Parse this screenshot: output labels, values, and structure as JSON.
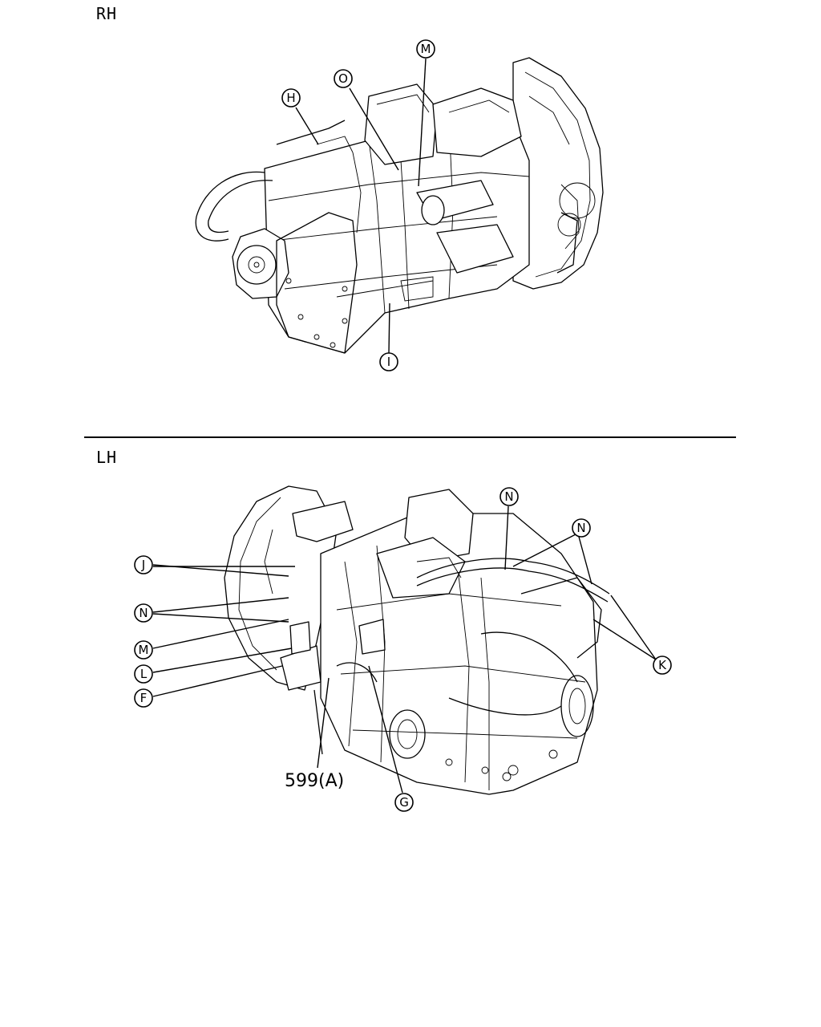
{
  "views": {
    "rh": {
      "label": "RH"
    },
    "lh": {
      "label": "LH"
    }
  },
  "callouts": {
    "rh": [
      {
        "id": "rh-M",
        "letter": "M"
      },
      {
        "id": "rh-O",
        "letter": "O"
      },
      {
        "id": "rh-H",
        "letter": "H"
      },
      {
        "id": "rh-I",
        "letter": "I"
      }
    ],
    "lh": [
      {
        "id": "lh-N-top",
        "letter": "N"
      },
      {
        "id": "lh-N-right",
        "letter": "N"
      },
      {
        "id": "lh-J",
        "letter": "J"
      },
      {
        "id": "lh-N-left",
        "letter": "N"
      },
      {
        "id": "lh-M",
        "letter": "M"
      },
      {
        "id": "lh-L",
        "letter": "L"
      },
      {
        "id": "lh-F",
        "letter": "F"
      },
      {
        "id": "lh-K",
        "letter": "K"
      },
      {
        "id": "lh-G",
        "letter": "G"
      }
    ]
  },
  "part_number": "599(A)"
}
